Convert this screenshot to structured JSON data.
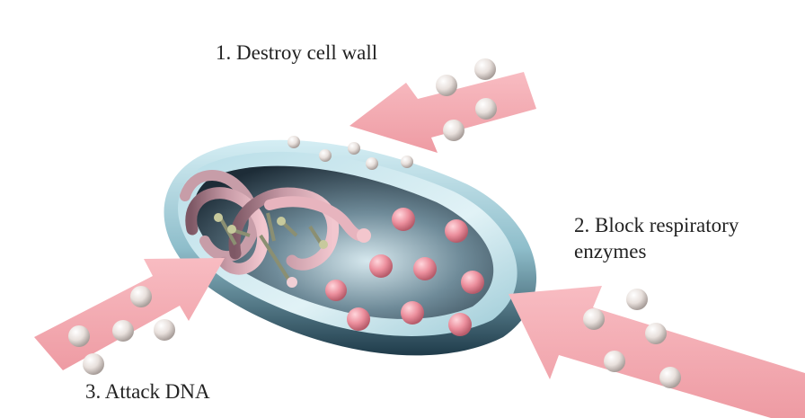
{
  "labels": {
    "step1": "1. Destroy cell wall",
    "step2_line1": "2. Block respiratory",
    "step2_line2": "enzymes",
    "step3": "3. Attack DNA"
  },
  "colors": {
    "arrow": "#f5a8ae",
    "particle": "#ece4df",
    "granule": "#e77f90",
    "cell_wall": "#bfe0ea",
    "cytoplasm_dark": "#2a3b47",
    "dna_strand": "#b48c98"
  }
}
